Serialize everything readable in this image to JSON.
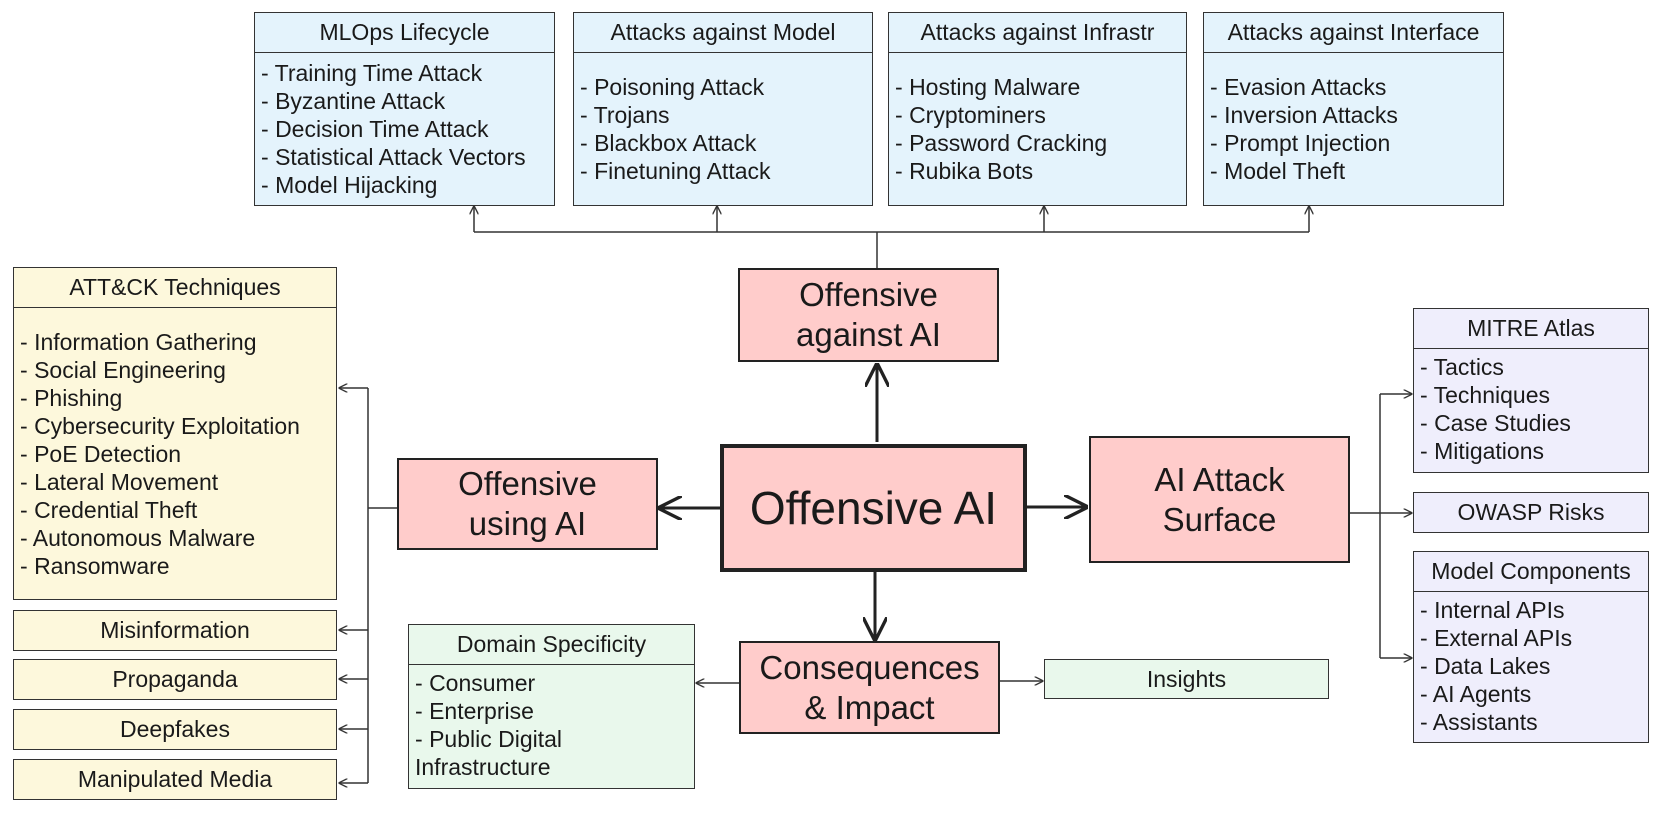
{
  "center": {
    "label": "Offensive AI"
  },
  "against_ai": {
    "line1": "Offensive",
    "line2": "against AI"
  },
  "using_ai": {
    "line1": "Offensive",
    "line2": "using AI"
  },
  "attack_surface": {
    "line1": "AI Attack",
    "line2": "Surface"
  },
  "consequences": {
    "line1": "Consequences",
    "line2": "& Impact"
  },
  "mlops": {
    "title": "MLOps Lifecycle",
    "items": [
      "Training Time Attack",
      "Byzantine Attack",
      "Decision Time Attack",
      "Statistical Attack Vectors",
      "Model Hijacking"
    ]
  },
  "attacks_model": {
    "title": "Attacks against Model",
    "items": [
      "Poisoning Attack",
      "Trojans",
      "Blackbox Attack",
      "Finetuning Attack"
    ]
  },
  "attacks_infra": {
    "title": "Attacks against Infrastr",
    "items": [
      "Hosting Malware",
      "Cryptominers",
      "Password Cracking",
      "Rubika Bots"
    ]
  },
  "attacks_interface": {
    "title": "Attacks against Interface",
    "items": [
      "Evasion Attacks",
      "Inversion Attacks",
      "Prompt Injection",
      "Model Theft"
    ]
  },
  "attck": {
    "title": "ATT&CK Techniques",
    "items": [
      "Information Gathering",
      "Social Engineering",
      "Phishing",
      "Cybersecurity Exploitation",
      "PoE Detection",
      "Lateral Movement",
      "Credential Theft",
      "Autonomous Malware",
      "Ransomware"
    ]
  },
  "misinformation": {
    "label": "Misinformation"
  },
  "propaganda": {
    "label": "Propaganda"
  },
  "deepfakes": {
    "label": "Deepfakes"
  },
  "manipulated_media": {
    "label": "Manipulated Media"
  },
  "mitre": {
    "title": "MITRE Atlas",
    "items": [
      "Tactics",
      "Techniques",
      "Case Studies",
      "Mitigations"
    ]
  },
  "owasp": {
    "label": "OWASP Risks"
  },
  "model_components": {
    "title": "Model Components",
    "items": [
      "Internal APIs",
      "External APIs",
      "Data Lakes",
      "AI Agents",
      "Assistants"
    ]
  },
  "domain": {
    "title": "Domain Specificity",
    "items": [
      "Consumer",
      "Enterprise",
      "Public Digital"
    ],
    "wrap": "Infrastructure"
  },
  "insights": {
    "label": "Insights"
  },
  "colors": {
    "blue": "#e4f3fc",
    "yellow": "#fdf8dc",
    "lavender": "#efeefc",
    "green": "#e9f8ec",
    "pink": "#ffcccb"
  }
}
